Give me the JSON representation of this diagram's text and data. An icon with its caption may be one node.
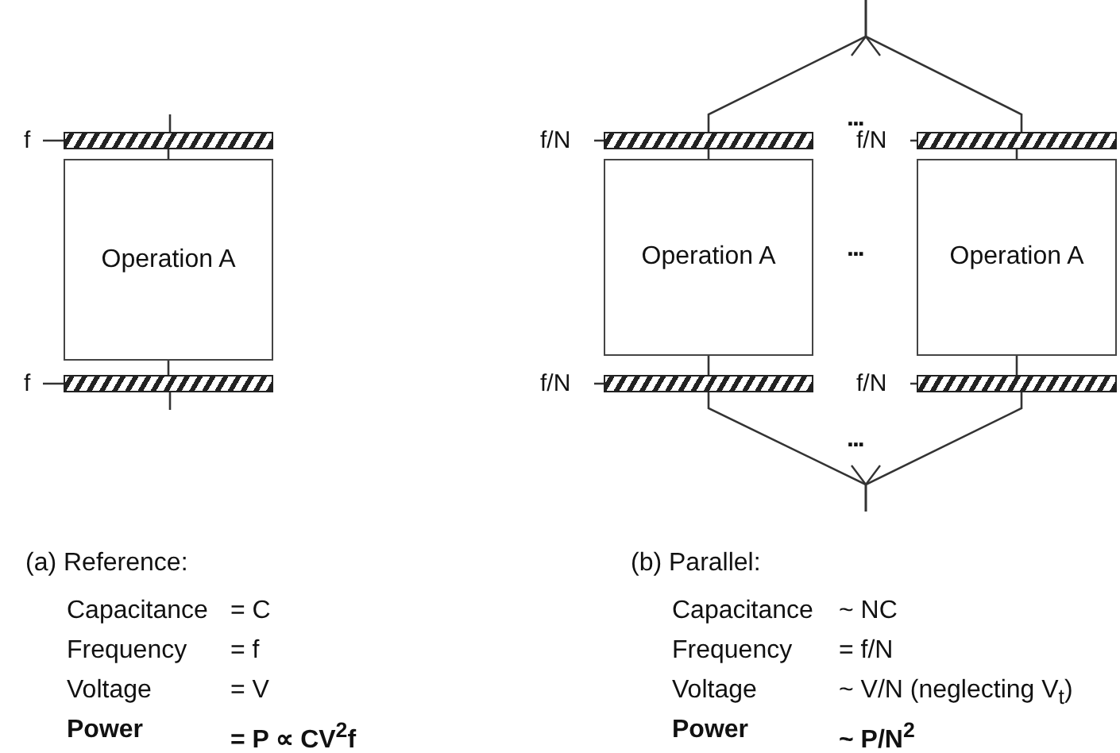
{
  "diagram": {
    "nodes": [
      {
        "text": [
          "f"
        ]
      },
      {
        "text": [],
        "shape": "bar"
      },
      {
        "text": [
          "f/N"
        ]
      },
      {
        "text": [],
        "shape": "bar"
      },
      {
        "text": [
          "f/N"
        ]
      },
      {
        "text": [],
        "shape": "bar"
      },
      {
        "text": [
          "Operation A"
        ]
      },
      {
        "text": [
          "Operation A"
        ]
      },
      {
        "text": [
          "Operation A"
        ]
      },
      {
        "text": [
          "f"
        ]
      },
      {
        "text": [],
        "shape": "bar"
      },
      {
        "text": [
          "f/N"
        ]
      },
      {
        "text": [],
        "shape": "bar"
      },
      {
        "text": [
          "f/N"
        ]
      },
      {
        "text": [],
        "shape": "bar"
      }
    ],
    "edges": [
      {
        "from": 0,
        "to": 1,
        "arrow": "none"
      },
      {
        "from": 2,
        "to": 3,
        "arrow": "none"
      },
      {
        "from": 4,
        "to": 5,
        "arrow": "none"
      },
      {
        "from": 9,
        "to": 10,
        "arrow": "none"
      },
      {
        "from": 11,
        "to": 12,
        "arrow": "none"
      },
      {
        "from": 13,
        "to": 14,
        "arrow": "none"
      },
      {
        "from": 1,
        "to": 6,
        "arrow": "none"
      },
      {
        "from": 3,
        "to": 7,
        "arrow": "none"
      },
      {
        "from": 5,
        "to": 8,
        "arrow": "none"
      },
      {
        "from": 6,
        "to": 10,
        "arrow": "none"
      },
      {
        "from": 7,
        "to": 12,
        "arrow": "none"
      },
      {
        "from": 8,
        "to": 14,
        "arrow": "none"
      },
      {
        "from": null,
        "to": 1,
        "arrow": "none"
      },
      {
        "from": null,
        "to": 3,
        "arrow": "none"
      },
      {
        "from": null,
        "to": 5,
        "arrow": "none"
      },
      {
        "from": 10,
        "to": null,
        "arrow": "none"
      },
      {
        "from": 12,
        "to": null,
        "arrow": "none"
      },
      {
        "from": 14,
        "to": null,
        "arrow": "none"
      }
    ],
    "labels": [
      "...",
      "...",
      "...",
      "(a) Reference:",
      "(b) Parallel:",
      "Capacitance",
      "= C",
      "Frequency",
      "= f",
      "Voltage",
      "= V",
      "Power",
      "= P ∝ CV$^{2}$f",
      "Capacitance",
      "~ NC",
      "Frequency",
      "= f/N",
      "Voltage",
      "~ V/N (neglecting V$_{t}$)",
      "Power",
      "~ P/N$^{2}$"
    ]
  }
}
